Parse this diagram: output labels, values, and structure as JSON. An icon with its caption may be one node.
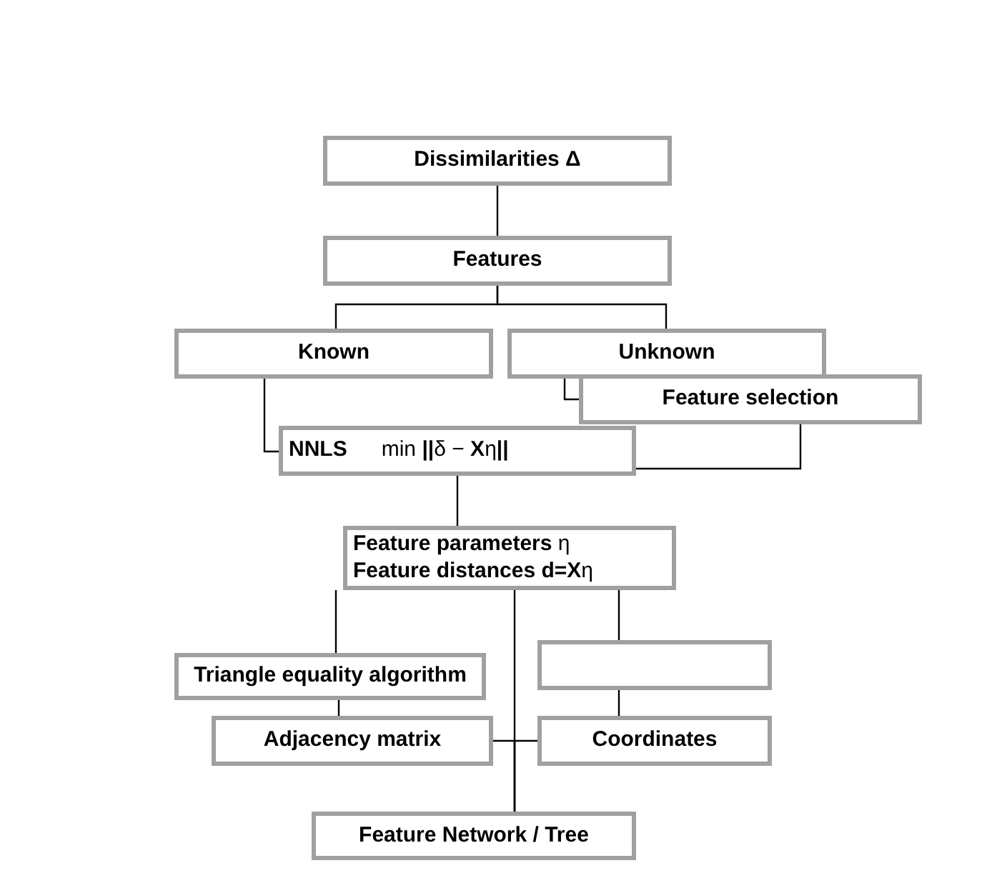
{
  "diagram": {
    "nodes": [
      {
        "text": [
          "Dissimilarities Δ"
        ]
      },
      {
        "text": [
          "Features"
        ]
      },
      {
        "text": [
          "Known"
        ]
      },
      {
        "text": [
          "Unknown"
        ]
      },
      {
        "text": [
          "Feature selection"
        ]
      },
      {
        "text": [
          "NNLS",
          "min **||**δ − **X**η**||**"
        ]
      },
      {
        "text": [
          "**Feature parameters** η",
          "**Feature distances d=X**η"
        ]
      },
      {
        "text": [
          "Triangle equality algorithm"
        ]
      },
      {
        "text": [],
        "shape": "box"
      },
      {
        "text": [
          "Adjacency matrix"
        ]
      },
      {
        "text": [
          "Coordinates"
        ]
      },
      {
        "text": [
          "Feature Network / Tree"
        ]
      }
    ],
    "edges": [
      {
        "from": 0,
        "to": 1,
        "arrow": "none"
      },
      {
        "from": 1,
        "to": 2,
        "arrow": "none"
      },
      {
        "from": 1,
        "to": 3,
        "arrow": "none"
      },
      {
        "from": 2,
        "to": 5,
        "arrow": "none"
      },
      {
        "from": 3,
        "to": 4,
        "arrow": "none"
      },
      {
        "from": 4,
        "to": 5,
        "arrow": "none"
      },
      {
        "from": 5,
        "to": 6,
        "arrow": "none"
      },
      {
        "from": 6,
        "to": 7,
        "arrow": "none"
      },
      {
        "from": 6,
        "to": 8,
        "arrow": "none"
      },
      {
        "from": 7,
        "to": 9,
        "arrow": "none"
      },
      {
        "from": 8,
        "to": 10,
        "arrow": "none"
      },
      {
        "from": 6,
        "to": 11,
        "arrow": "none"
      },
      {
        "from": 9,
        "to": 11,
        "arrow": "none"
      },
      {
        "from": 10,
        "to": 11,
        "arrow": "none"
      }
    ]
  }
}
